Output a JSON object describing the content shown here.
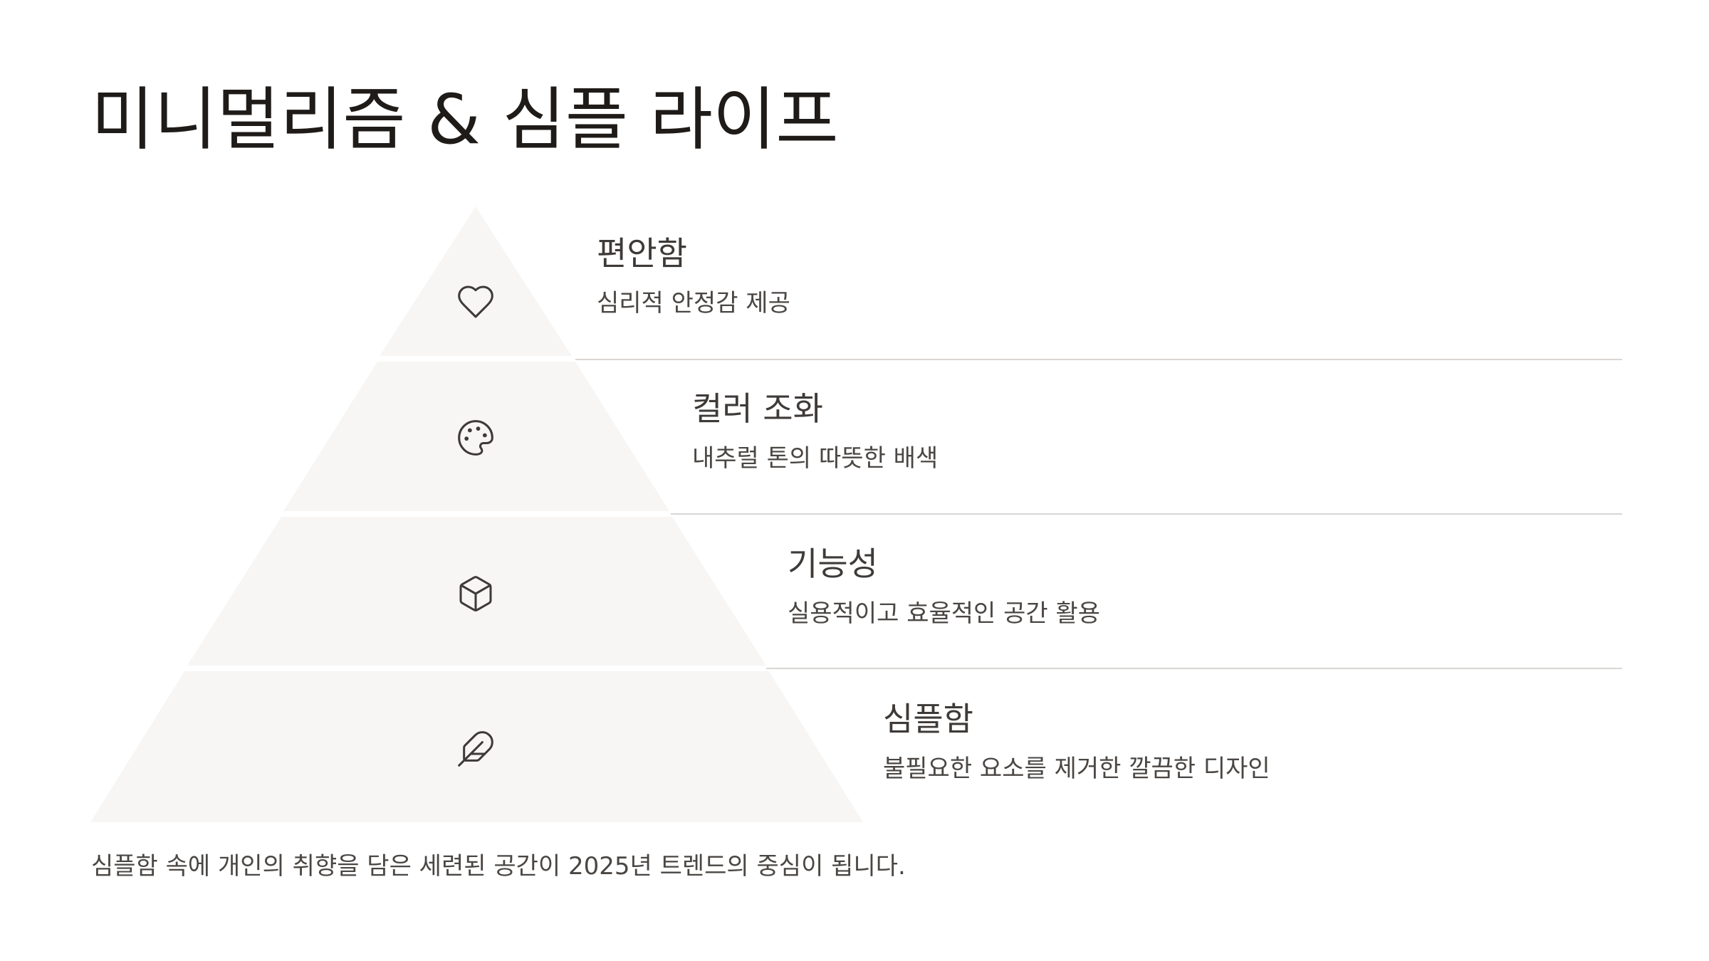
{
  "title": "미니멀리즘 & 심플 라이프",
  "tiers": [
    {
      "title": "편안함",
      "description": "심리적 안정감 제공",
      "icon": "heart-icon"
    },
    {
      "title": "컬러 조화",
      "description": "내추럴 톤의 따뜻한 배색",
      "icon": "palette-icon"
    },
    {
      "title": "기능성",
      "description": "실용적이고 효율적인 공간 활용",
      "icon": "box-icon"
    },
    {
      "title": "심플함",
      "description": "불필요한 요소를 제거한 깔끔한 디자인",
      "icon": "feather-icon"
    }
  ],
  "footer": "심플함 속에 개인의 취향을 담은 세련된 공간이 2025년 트렌드의 중심이 됩니다.",
  "colors": {
    "pyramid_fill": "#f7f6f5",
    "divider": "#d9d6d3",
    "title_text": "#1f1b18",
    "body_text": "#4a4643",
    "icon_stroke": "#3e3a37"
  }
}
